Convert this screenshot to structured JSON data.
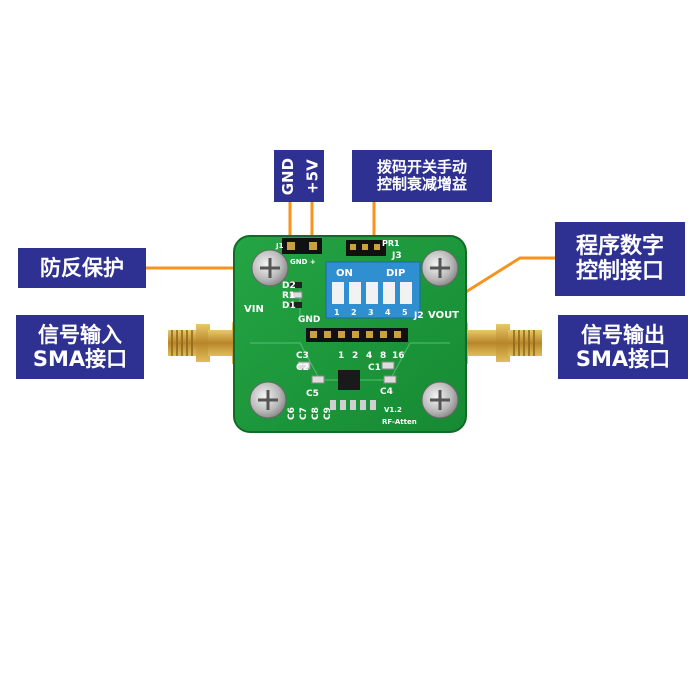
{
  "callouts": {
    "anti_reverse": "防反保护",
    "input_line1": "信号输入",
    "input_line2": "SMA接口",
    "output_line1": "信号输出",
    "output_line2": "SMA接口",
    "program_line1": "程序数字",
    "program_line2": "控制接口",
    "dip_line1": "拨码开关手动",
    "dip_line2": "控制衰减增益",
    "power_gnd": "GND",
    "power_5v": "+5V"
  },
  "board_labels": {
    "vin": "VIN",
    "vout": "VOUT",
    "gnd": "GND",
    "gnd_plus": "GND +",
    "j1": "J1",
    "j2": "J2",
    "j3": "J3",
    "pr1": "PR1",
    "d2": "D2",
    "r1": "R1",
    "d1": "D1",
    "c1": "C1",
    "c2": "C2",
    "c3": "C3",
    "c4": "C4",
    "c5": "C5",
    "c6": "C6",
    "c7": "C7",
    "c8": "C8",
    "c9": "C9",
    "version": "V1.2",
    "product": "RF-Atten",
    "dip_on": "ON",
    "dip_brand": "DIP",
    "dip_numbers": [
      "1",
      "2",
      "3",
      "4",
      "5"
    ],
    "header_bits": [
      "1",
      "2",
      "4",
      "8",
      "16"
    ]
  },
  "colors": {
    "callout_bg": "#2e3192",
    "callout_text": "#ffffff",
    "leader_line": "#f7931e",
    "pcb_green": "#1e9a3c",
    "dip_blue": "#2f8fd0",
    "sma_gold": "#c9a23c"
  }
}
